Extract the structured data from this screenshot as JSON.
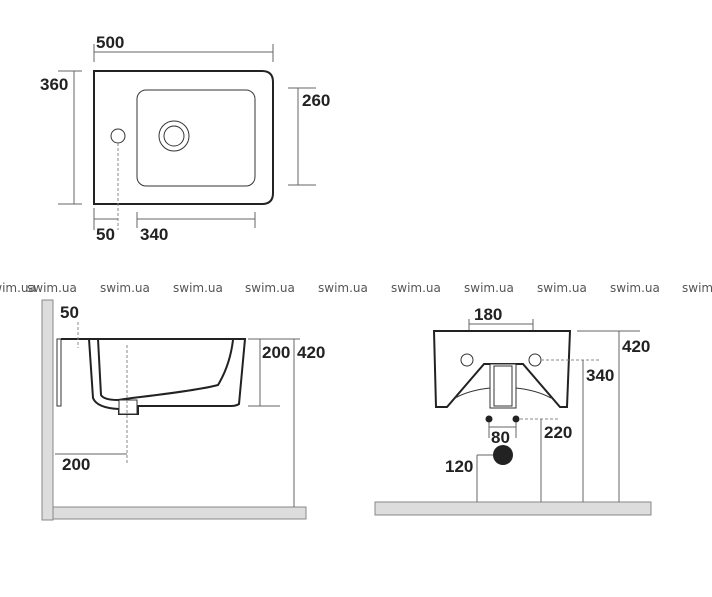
{
  "watermark": "swim.ua",
  "top_view": {
    "width": "500",
    "depth": "360",
    "basin_depth": "260",
    "tap_offset": "50",
    "basin_width": "340"
  },
  "side_view": {
    "wall_offset": "50",
    "bowl_height": "200",
    "top_height": "420",
    "drain_offset": "200"
  },
  "front_view": {
    "hole_spacing": "180",
    "top_height": "420",
    "hole_height": "340",
    "bolt_spacing": "80",
    "bolt_height": "220",
    "drain_height": "120"
  }
}
